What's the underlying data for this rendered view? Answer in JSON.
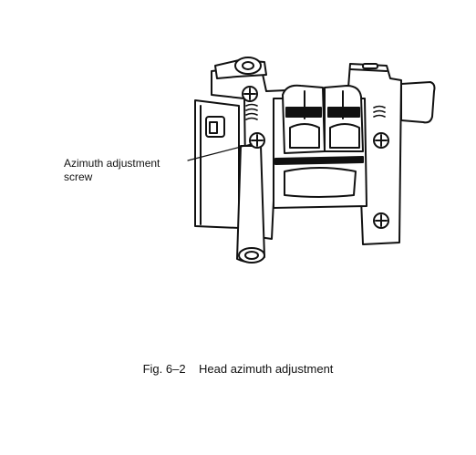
{
  "figure": {
    "callout_label_line1": "Azimuth adjustment",
    "callout_label_line2": "screw",
    "caption": "Fig. 6–2    Head azimuth adjustment"
  }
}
